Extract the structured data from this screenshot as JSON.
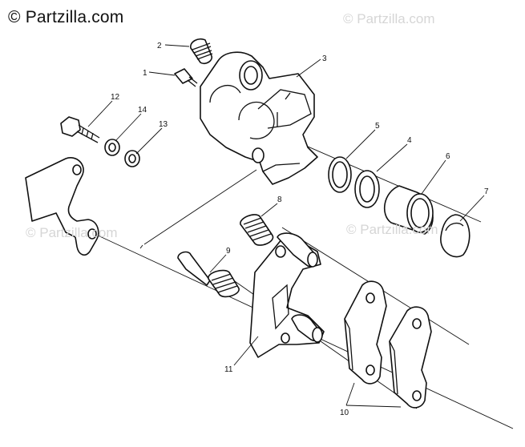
{
  "watermark": {
    "brand": "© Partzilla.com",
    "faint": "© Partzilla.com"
  },
  "callouts": [
    "1",
    "2",
    "3",
    "4",
    "5",
    "6",
    "7",
    "8",
    "9",
    "10",
    "11",
    "12",
    "13",
    "14"
  ]
}
